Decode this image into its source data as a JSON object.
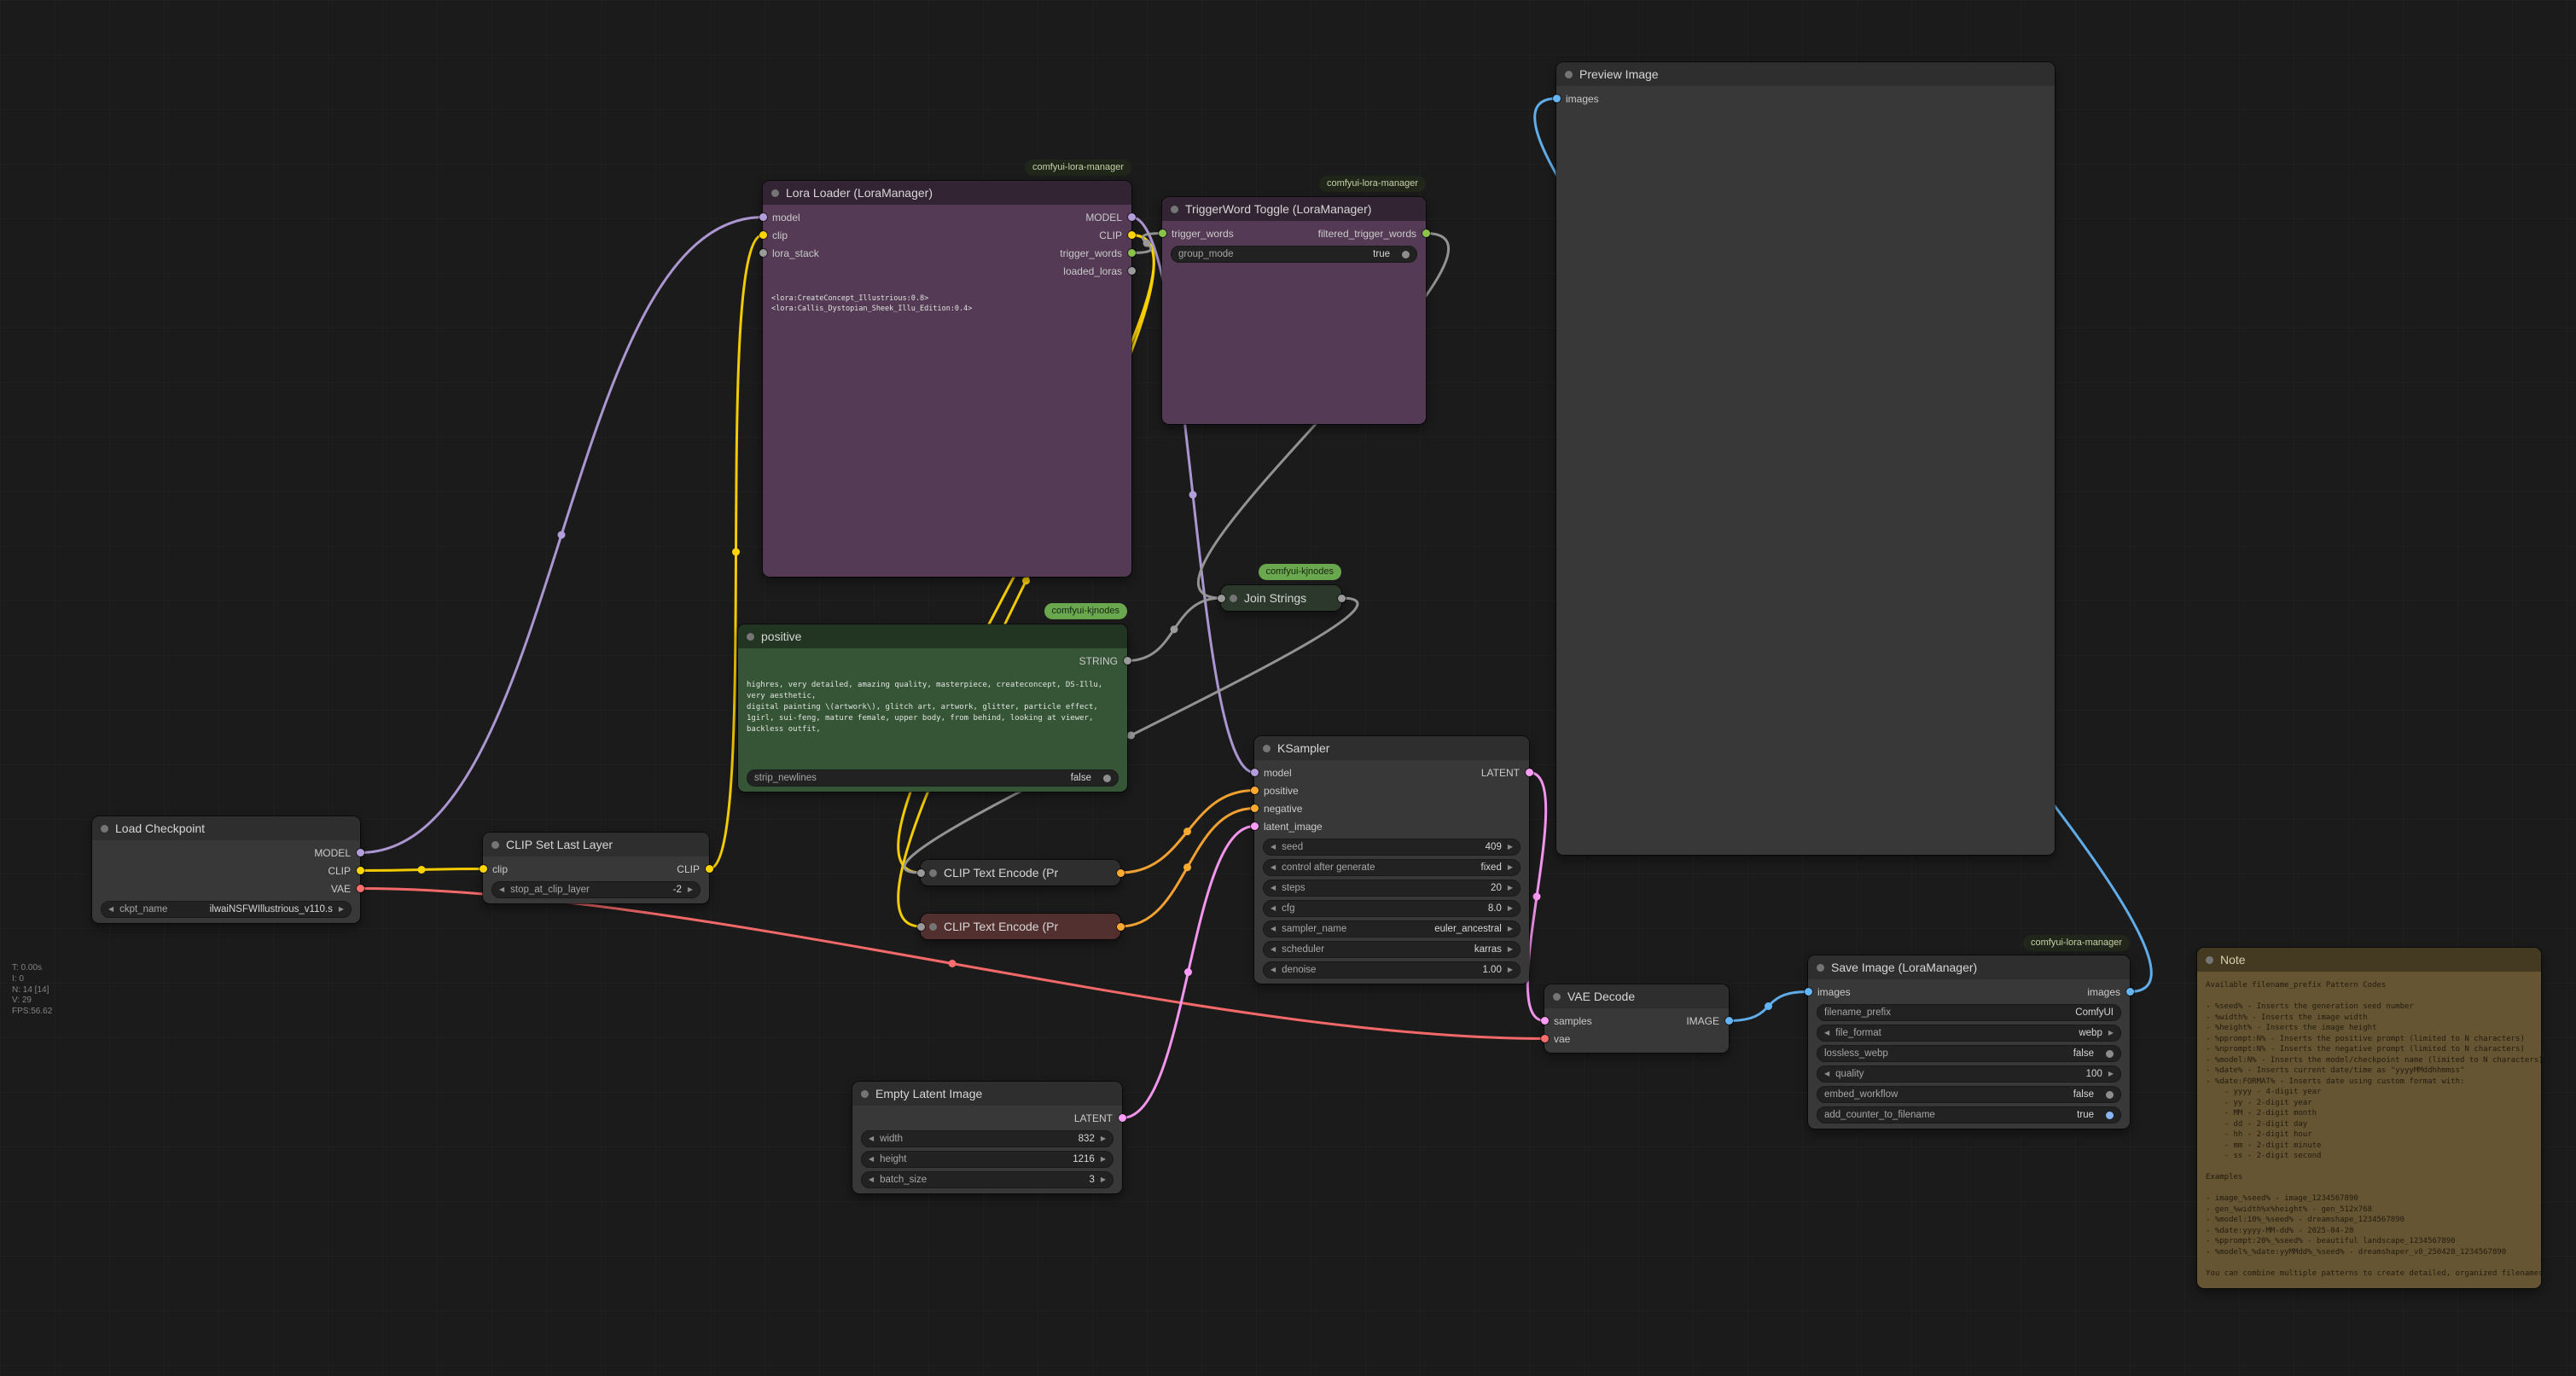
{
  "colors": {
    "MODEL": "#B39DDB",
    "CLIP": "#FFD500",
    "VAE": "#FF6E6E",
    "CONDITIONING": "#FFA931",
    "LATENT": "#FF9CF9",
    "IMAGE": "#64B5F6",
    "STRING": "#9A9A9A",
    "TRIGGER": "#8BC34A",
    "node_default": "#383838",
    "node_purple": "#543a54",
    "node_green": "#365536",
    "node_note": "#665533",
    "badge_lora_manager": "#20261a",
    "badge_kjnodes": "#6aa84f",
    "toggle_accent": "#8ab4f8"
  },
  "icons": {
    "collapse_dot": "circle",
    "arrow_left": "◀",
    "arrow_right": "▶",
    "toggle_dot": "circle"
  },
  "badges": {
    "lora_manager": "comfyui-lora-manager",
    "kjnodes": "comfyui-kjnodes"
  },
  "stats": {
    "lines": [
      "T: 0.00s",
      "I: 0",
      "N: 14 [14]",
      "V: 29",
      "FPS:56.62"
    ]
  },
  "nodes": {
    "load_checkpoint": {
      "title": "Load Checkpoint",
      "outputs": [
        "MODEL",
        "CLIP",
        "VAE"
      ],
      "widgets": [
        {
          "label": "ckpt_name",
          "value": "ilwaiNSFWIllustrious_v110.s"
        }
      ]
    },
    "clip_set_last_layer": {
      "title": "CLIP Set Last Layer",
      "inputs": [
        "clip"
      ],
      "outputs": [
        "CLIP"
      ],
      "widgets": [
        {
          "label": "stop_at_clip_layer",
          "value": "-2"
        }
      ]
    },
    "lora_loader": {
      "title": "Lora Loader (LoraManager)",
      "inputs": [
        "model",
        "clip",
        "lora_stack"
      ],
      "outputs": [
        "MODEL",
        "CLIP",
        "trigger_words",
        "loaded_loras"
      ],
      "text": "<lora:CreateConcept_Illustrious:0.8> <lora:Callis_Dystopian_Sheek_Illu_Edition:0.4>"
    },
    "trigger_toggle": {
      "title": "TriggerWord Toggle (LoraManager)",
      "inputs": [
        "trigger_words"
      ],
      "outputs": [
        "filtered_trigger_words"
      ],
      "widgets": [
        {
          "label": "group_mode",
          "value": "true"
        }
      ]
    },
    "join_strings": {
      "title": "Join Strings"
    },
    "positive": {
      "title": "positive",
      "outputs": [
        "STRING"
      ],
      "text": "highres, very detailed, amazing quality, masterpiece, createconcept, DS-Illu, very aesthetic,\ndigital painting \\(artwork\\), glitch art, artwork, glitter, particle effect,\n1girl, sui-feng, mature female, upper body, from behind, looking at viewer, backless outfit,",
      "widgets": [
        {
          "label": "strip_newlines",
          "value": "false"
        }
      ]
    },
    "clip_encode_1": {
      "title": "CLIP Text Encode (Pr"
    },
    "clip_encode_2": {
      "title": "CLIP Text Encode (Pr"
    },
    "ksampler": {
      "title": "KSampler",
      "inputs": [
        "model",
        "positive",
        "negative",
        "latent_image"
      ],
      "outputs": [
        "LATENT"
      ],
      "widgets": [
        {
          "label": "seed",
          "value": "409"
        },
        {
          "label": "control after generate",
          "value": "fixed"
        },
        {
          "label": "steps",
          "value": "20"
        },
        {
          "label": "cfg",
          "value": "8.0"
        },
        {
          "label": "sampler_name",
          "value": "euler_ancestral"
        },
        {
          "label": "scheduler",
          "value": "karras"
        },
        {
          "label": "denoise",
          "value": "1.00"
        }
      ]
    },
    "empty_latent": {
      "title": "Empty Latent Image",
      "outputs": [
        "LATENT"
      ],
      "widgets": [
        {
          "label": "width",
          "value": "832"
        },
        {
          "label": "height",
          "value": "1216"
        },
        {
          "label": "batch_size",
          "value": "3"
        }
      ]
    },
    "vae_decode": {
      "title": "VAE Decode",
      "inputs": [
        "samples",
        "vae"
      ],
      "outputs": [
        "IMAGE"
      ]
    },
    "save_image": {
      "title": "Save Image (LoraManager)",
      "inputs": [
        "images"
      ],
      "outputs": [
        "images"
      ],
      "widgets": [
        {
          "label": "filename_prefix",
          "value": "ComfyUI"
        },
        {
          "label": "file_format",
          "value": "webp"
        },
        {
          "label": "lossless_webp",
          "value": "false"
        },
        {
          "label": "quality",
          "value": "100"
        },
        {
          "label": "embed_workflow",
          "value": "false"
        },
        {
          "label": "add_counter_to_filename",
          "value": "true"
        }
      ]
    },
    "preview_image": {
      "title": "Preview Image",
      "inputs": [
        "images"
      ]
    },
    "note": {
      "title": "Note",
      "text": "Available filename_prefix Pattern Codes\n\n- %seed% - Inserts the generation seed number\n- %width% - Inserts the image width\n- %height% - Inserts the image height\n- %pprompt:N% - Inserts the positive prompt (limited to N characters)\n- %nprompt:N% - Inserts the negative prompt (limited to N characters)\n- %model:N% - Inserts the model/checkpoint name (limited to N characters)\n- %date% - Inserts current date/time as \"yyyyMMddhhmmss\"\n- %date:FORMAT% - Inserts date using custom format with:\n    - yyyy - 4-digit year\n    - yy - 2-digit year\n    - MM - 2-digit month\n    - dd - 2-digit day\n    - hh - 2-digit hour\n    - mm - 2-digit minute\n    - ss - 2-digit second\n\nExamples\n\n- image_%seed% - image_1234567890\n- gen_%width%x%height% - gen_512x768\n- %model:10%_%seed% - dreamshape_1234567890\n- %date:yyyy-MM-dd% - 2025-04-28\n- %pprompt:20%_%seed% - beautiful landscape_1234567890\n- %model%_%date:yyMMdd%_%seed% - dreamshaper_v8_250428_1234567890\n\nYou can combine multiple patterns to create detailed, organized filenames for you"
    }
  },
  "links": [
    {
      "from": "load_checkpoint.MODEL",
      "to": "lora_loader.model",
      "type": "MODEL"
    },
    {
      "from": "load_checkpoint.CLIP",
      "to": "clip_set_last_layer.clip",
      "type": "CLIP"
    },
    {
      "from": "clip_set_last_layer.CLIP",
      "to": "lora_loader.clip",
      "type": "CLIP"
    },
    {
      "from": "load_checkpoint.VAE",
      "to": "vae_decode.vae",
      "type": "VAE"
    },
    {
      "from": "lora_loader.MODEL",
      "to": "ksampler.model",
      "type": "MODEL"
    },
    {
      "from": "lora_loader.CLIP",
      "to": "clip_encode_1.in",
      "type": "CLIP"
    },
    {
      "from": "lora_loader.CLIP",
      "to": "clip_encode_2.in",
      "type": "CLIP"
    },
    {
      "from": "lora_loader.trigger_words",
      "to": "trigger_toggle.trigger_words",
      "type": "STRING"
    },
    {
      "from": "trigger_toggle.filtered_trigger_words",
      "to": "join_strings.in",
      "type": "STRING"
    },
    {
      "from": "positive.STRING",
      "to": "join_strings.in",
      "type": "STRING"
    },
    {
      "from": "join_strings.out",
      "to": "clip_encode_1.in",
      "type": "STRING"
    },
    {
      "from": "clip_encode_1.out",
      "to": "ksampler.positive",
      "type": "CONDITIONING"
    },
    {
      "from": "clip_encode_2.out",
      "to": "ksampler.negative",
      "type": "CONDITIONING"
    },
    {
      "from": "empty_latent.LATENT",
      "to": "ksampler.latent_image",
      "type": "LATENT"
    },
    {
      "from": "ksampler.LATENT",
      "to": "vae_decode.samples",
      "type": "LATENT"
    },
    {
      "from": "vae_decode.IMAGE",
      "to": "save_image.images_in",
      "type": "IMAGE"
    },
    {
      "from": "save_image.images_out",
      "to": "preview_image.images",
      "type": "IMAGE"
    }
  ]
}
